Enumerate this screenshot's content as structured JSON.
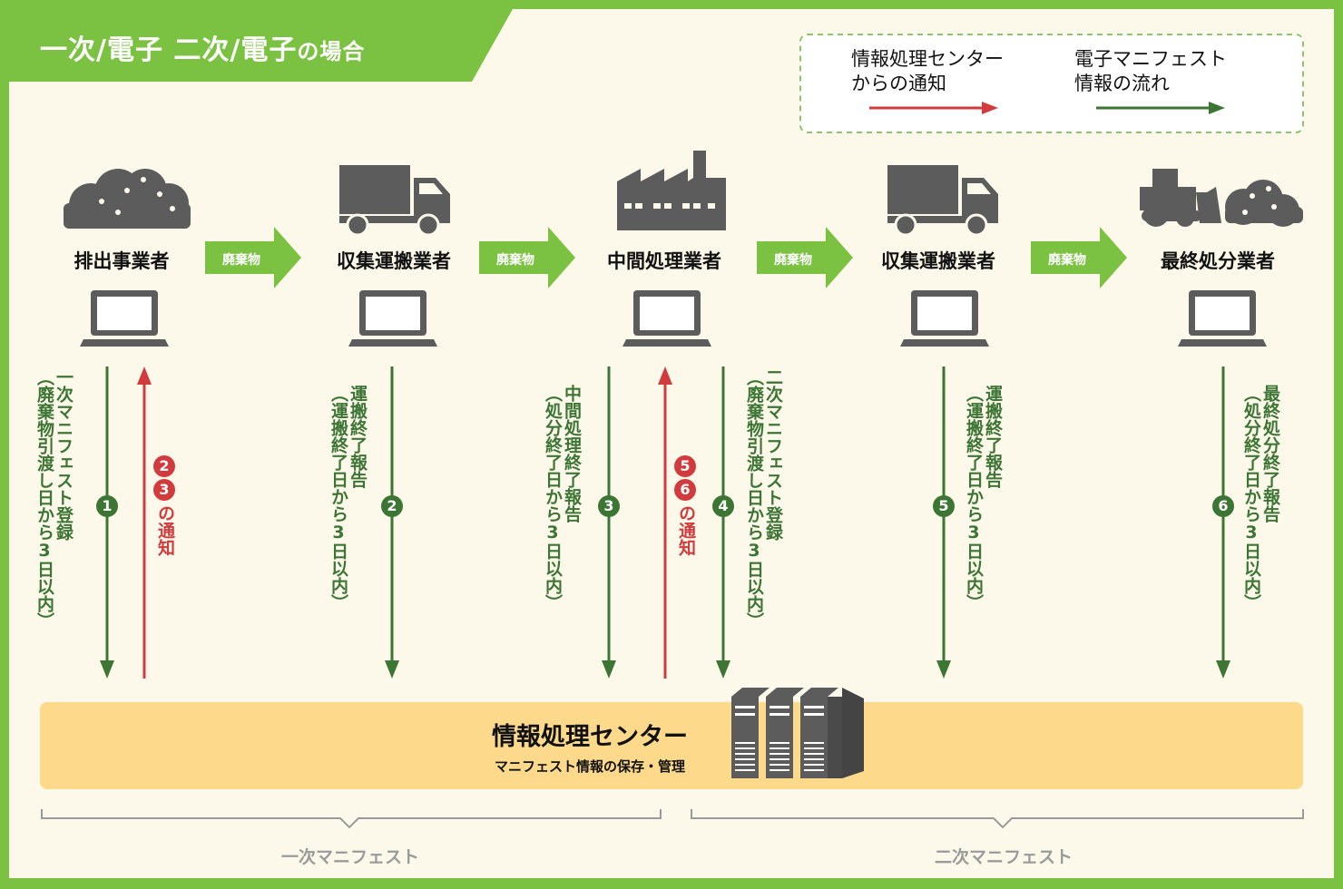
{
  "title": {
    "main": "一次/電子 二次/電子",
    "suffix": "の場合"
  },
  "legend": {
    "notification_lines": [
      "情報処理センター",
      "からの通知"
    ],
    "flow_lines": [
      "電子マニフェスト",
      "情報の流れ"
    ]
  },
  "actors": [
    {
      "label": "排出事業者",
      "icon": "waste-pile-icon"
    },
    {
      "label": "収集運搬業者",
      "icon": "truck-icon"
    },
    {
      "label": "中間処理業者",
      "icon": "factory-icon"
    },
    {
      "label": "収集運搬業者",
      "icon": "truck-icon"
    },
    {
      "label": "最終処分業者",
      "icon": "bulldozer-waste-icon"
    }
  ],
  "waste_flow_label": "廃棄物",
  "steps": {
    "s1": {
      "badge": "1",
      "lines": [
        "一次マニフェスト登録",
        "（廃棄物引渡し日から3日以内）"
      ]
    },
    "n23": {
      "badges": [
        "2",
        "3"
      ],
      "text": "の通知"
    },
    "s2": {
      "badge": "2",
      "lines": [
        "運搬終了報告",
        "（運搬終了日から3日以内）"
      ]
    },
    "s3": {
      "badge": "3",
      "lines": [
        "中間処理終了報告",
        "（処分終了日から3日以内）"
      ]
    },
    "n56": {
      "badges": [
        "5",
        "6"
      ],
      "text": "の通知"
    },
    "s4": {
      "badge": "4",
      "lines": [
        "二次マニフェスト登録",
        "（廃棄物引渡し日から3日以内）"
      ]
    },
    "s5": {
      "badge": "5",
      "lines": [
        "運搬終了報告",
        "（運搬終了日から3日以内）"
      ]
    },
    "s6": {
      "badge": "6",
      "lines": [
        "最終処分終了報告",
        "（処分終了日から3日以内）"
      ]
    }
  },
  "center": {
    "title": "情報処理センター",
    "subtitle": "マニフェスト情報の保存・管理",
    "icon": "server-icon"
  },
  "brackets": {
    "primary": "一次マニフェスト",
    "secondary": "二次マニフェスト"
  },
  "colors": {
    "frame_green": "#7cc242",
    "panel_bg": "#fdf9ea",
    "flow_green": "#3d7534",
    "notify_red": "#d23b3d",
    "center_band": "#fdd98b",
    "icon_gray": "#5c5c5c",
    "bracket_gray": "#9a9a9a"
  }
}
